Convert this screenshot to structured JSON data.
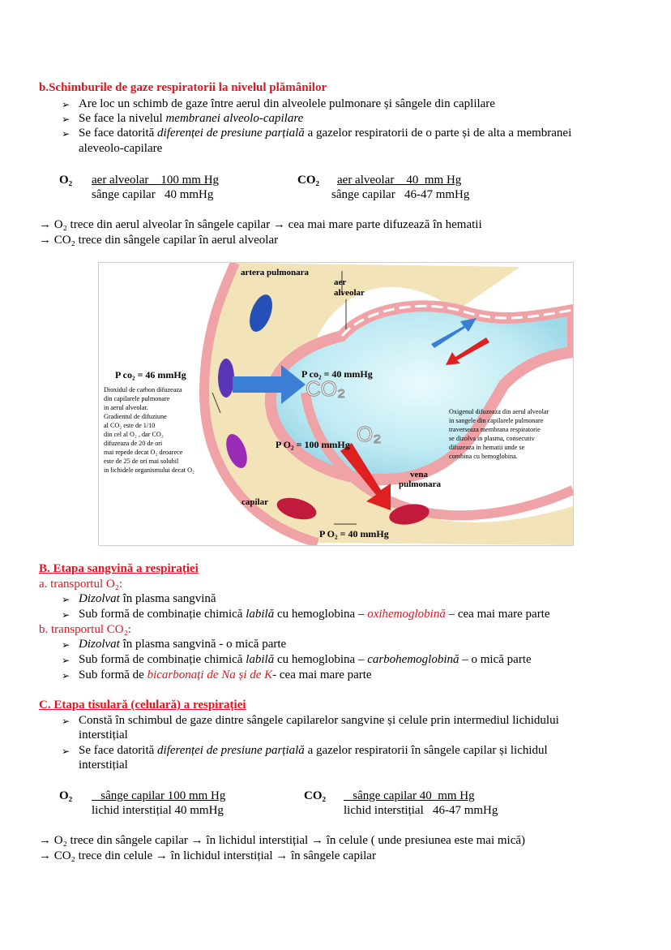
{
  "section_b_gas_exchange": {
    "title": "b.Schimburile de gaze respiratorii la nivelul plămânilor",
    "bullets": [
      {
        "pre": "Are loc un schimb de gaze între aerul din alveolele pulmonare și sângele din caplilare",
        "em": "",
        "post": ""
      },
      {
        "pre": "Se face la nivelul ",
        "em": "membranei alveolo-capilare",
        "post": ""
      },
      {
        "pre": "Se face datorită ",
        "em": "diferenței de presiune parțială",
        "post": " a gazelor respiratorii de o parte și de alta a membranei",
        "cont": "aleveolo-capilare"
      }
    ],
    "o2_label": "O₂",
    "o2_line1": "aer alveolar    100 mm Hg",
    "o2_line2": "sânge capilar   40 mmHg",
    "co2_label": "CO₂",
    "co2_line1": "aer alveolar    40  mm Hg",
    "co2_line2": "sânge capilar   46-47 mmHg",
    "flow1": "→  O₂  trece din aerul alveolar în sângele capilar → cea mai mare parte difuzează în hematii",
    "flow2": "→  CO₂ trece  din sângele capilar în aerul alveolar"
  },
  "diagram": {
    "artera": "artera pulmonara",
    "aer": "aer",
    "alveolar": "alveolar",
    "pco2_blood": "P co₂ =  46 mmHg",
    "pco2_air": "P co₂ =  40 mmHg",
    "co2_big": "CO₂",
    "po2_air": "P O₂ = 100 mmHg",
    "o2_big": "O₂",
    "po2_blood": "P O₂ = 40 mmHg",
    "vena": "vena",
    "pulmonara": "pulmonara",
    "capilar": "capilar",
    "left_text": [
      "Dioxidul de carbon difuzeaza",
      "din capilarele   pulmonare",
      "in aerul alveolar.",
      "Gradientul de difuziune",
      "al CO₂  este de 1/10",
      "din cel al O₂ , dar CO₂",
      "difuzeaza  de 20 de ori",
      "mai repede decat  O₂ deoarece",
      "este de 25 de  ori  mai solubil",
      "in lichidele organismului decat  O₂"
    ],
    "right_text": [
      "Oxigenul difuzeaza din aerul alveolar",
      "in sangele din capilarele pulmonare",
      "traverseaza membrana respiratorie",
      "se dizolva in plasma, consecutiv",
      "difuzeaza in hematii unde se",
      "combina cu hemoglobina."
    ],
    "colors": {
      "blue_arrow": "#3a7fd5",
      "red_arrow": "#e02020",
      "alveolus_fill": "#bfeaf3",
      "membrane": "#f0a3a6",
      "capillary": "#f3e3b8"
    }
  },
  "section_B": {
    "title": "B. Etapa sangvină a respirației",
    "a": "a. transportul O₂:",
    "a_items": [
      {
        "em": "Dizolvat",
        "post": " în plasma sangvină"
      },
      {
        "pre": "Sub formă de combinație chimică ",
        "em": "labilă",
        "mid": " cu hemoglobina – ",
        "red": "oxihemoglobină",
        "post": " – cea mai mare parte"
      }
    ],
    "b": "b. transportul CO₂:",
    "b_items": [
      {
        "em": "Dizolvat",
        "post": " în plasma sangvină - o mică parte"
      },
      {
        "pre": "Sub formă de combinație chimică ",
        "em": "labilă",
        "mid": " cu hemoglobina – ",
        "em2": "carbohemoglobină",
        "post": " – o mică parte"
      },
      {
        "pre": "Sub  formă de ",
        "red": "bicarbonați de Na și de K",
        "post": "- cea mai mare parte"
      }
    ]
  },
  "section_C": {
    "title": "C. Etapa tisulară (celulară) a respirației",
    "items": [
      {
        "l1": "Constă în schimbul de gaze dintre sângele capilarelor sangvine și celule prin intermediul lichidului",
        "l2": "interstițial"
      },
      {
        "pre": "Se face datorită ",
        "em": "diferenței de presiune parțială",
        "post": " a gazelor respiratorii în sângele capilar și lichidul",
        "l2": "interstițial"
      }
    ],
    "o2_label": "O₂",
    "o2_line1": "   sânge capilar 100 mm Hg",
    "o2_line2": "lichid interstițial 40 mmHg",
    "co2_label": "CO₂",
    "co2_line1": "   sânge capilar 40  mm Hg",
    "co2_line2": "lichid interstițial   46-47 mmHg",
    "flow1": "→  O₂  trece din sângele capilar → în lichidul interstițial → în celule ( unde presiunea este mai mică)",
    "flow2": "→  CO₂  trece  din celule → în lichidul interstițial → în sângele capilar"
  }
}
